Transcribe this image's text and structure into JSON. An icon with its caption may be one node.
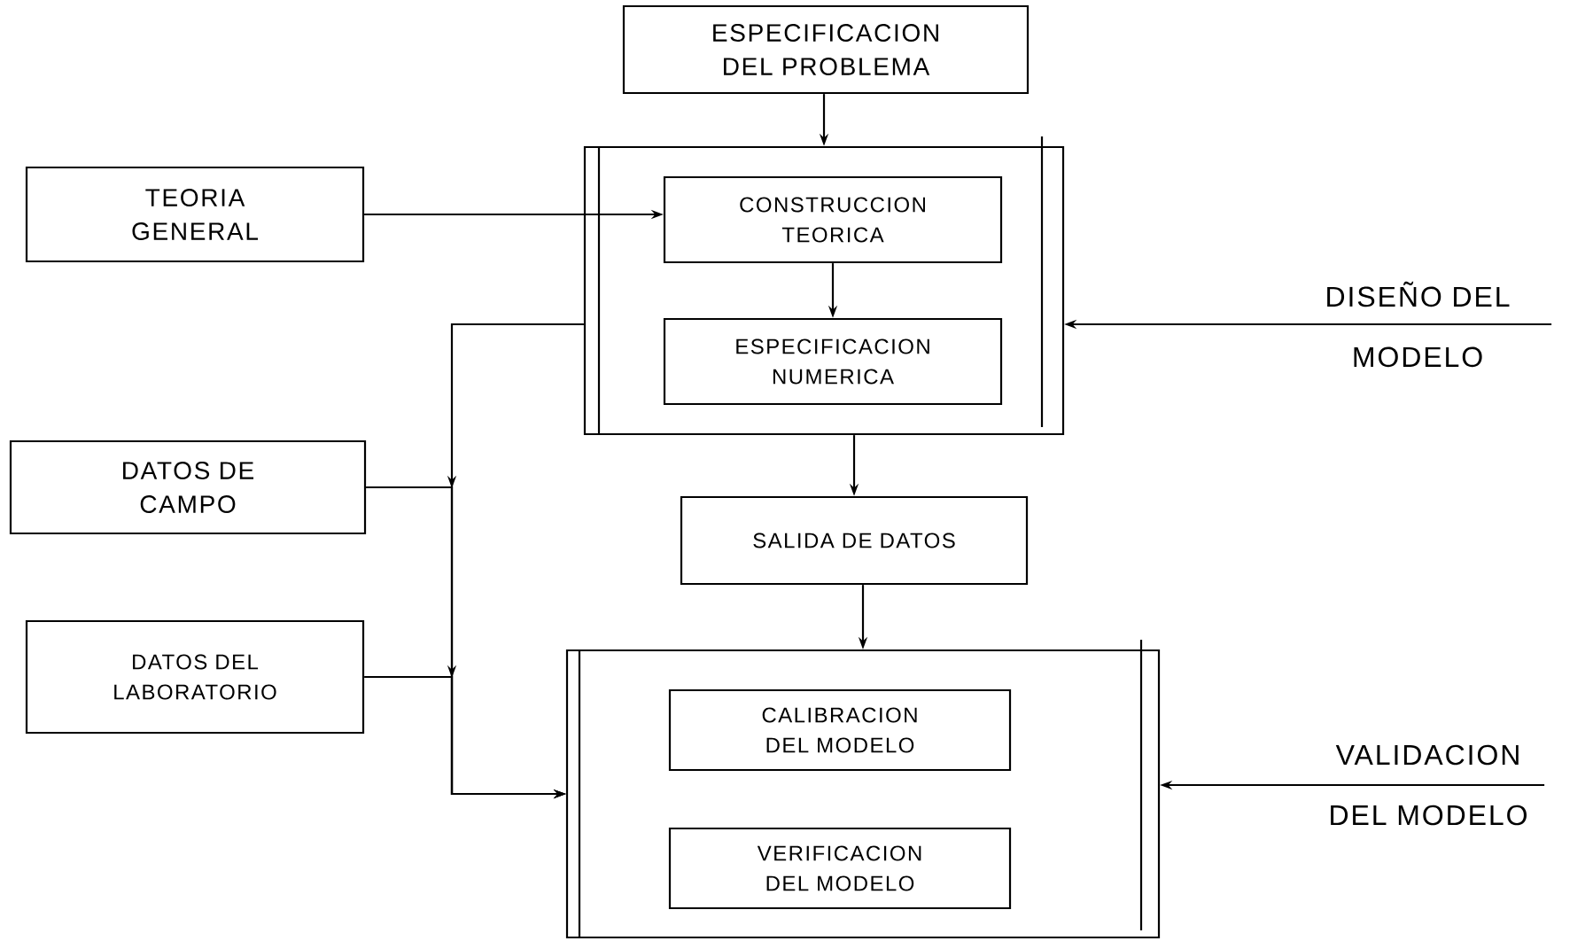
{
  "diagram": {
    "nodes": [
      {
        "text": [
          "ESPECIFICACION DEL PROBLEMA"
        ]
      },
      {
        "text": [
          "TEORIA GENERAL"
        ]
      },
      {
        "text": [],
        "shape": "box"
      },
      {
        "text": [
          "CONSTRUCCION TEORICA"
        ],
        "in": 2
      },
      {
        "text": [
          "ESPECIFICACION NUMERICA"
        ],
        "in": 2
      },
      {
        "text": [
          "DATOS DE CAMPO"
        ]
      },
      {
        "text": [
          "SALIDA DE DATOS"
        ]
      },
      {
        "text": [
          "DATOS DEL LABORATORIO"
        ]
      },
      {
        "text": [],
        "shape": "box"
      },
      {
        "text": [
          "CALIBRACION DEL MODELO"
        ],
        "in": 8
      },
      {
        "text": [
          "VERIFICACION DEL MODELO"
        ],
        "in": 8
      },
      {
        "text": [
          "DISEÑO DEL MODELO"
        ]
      },
      {
        "text": [
          "VALIDACION DEL MODELO"
        ]
      }
    ],
    "edges": [
      {
        "from": 0,
        "to": 2,
        "arrow": "to"
      },
      {
        "from": 1,
        "to": 3,
        "arrow": "to"
      },
      {
        "from": 3,
        "to": 4,
        "arrow": "to"
      },
      {
        "from": 2,
        "to": 6,
        "arrow": "to"
      },
      {
        "from": 6,
        "to": 8,
        "arrow": "to"
      },
      {
        "from": 11,
        "to": 2,
        "arrow": "to"
      },
      {
        "from": 12,
        "to": 8,
        "arrow": "to"
      },
      {
        "from": 2,
        "to": 8,
        "arrow": "to"
      },
      {
        "from": 5,
        "to": 8,
        "arrow": "to"
      },
      {
        "from": 7,
        "to": 8,
        "arrow": "to"
      }
    ]
  }
}
